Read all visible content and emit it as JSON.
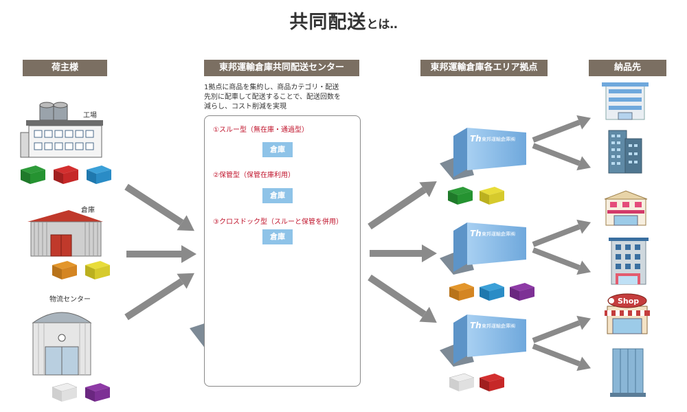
{
  "title": {
    "main": "共同配送",
    "sub": "とは‥"
  },
  "columns": {
    "shipper": "荷主様",
    "center": "東邦運輸倉庫共同配送センター",
    "area": "東邦運輸倉庫各エリア拠点",
    "destination": "納品先"
  },
  "sources": {
    "factory": "工場",
    "warehouse": "倉庫",
    "logistics": "物流センター"
  },
  "center": {
    "desc_line1": "1拠点に商品を集約し、商品カテゴリ・配送",
    "desc_line2": "先別に配車して配送することで、配送回数を",
    "desc_line3": "減らし、コスト削減を実現",
    "flow1": "①スルー型（無在庫・通過型）",
    "flow2": "②保管型（保管在庫利用）",
    "flow3": "③クロスドック型（スルーと保管を併用）",
    "warehouse_tag": "倉庫",
    "building_sign": "東邦運輸倉庫㈱",
    "logo": "Th"
  },
  "destinations": {
    "shop_sign": "Shop"
  },
  "colors": {
    "header_bg": "#7b6f62",
    "arrow": "#8a8a8a",
    "flow_text": "#c0142c",
    "flow_arrow": "#1a237e",
    "building": "#7fb6e6"
  }
}
